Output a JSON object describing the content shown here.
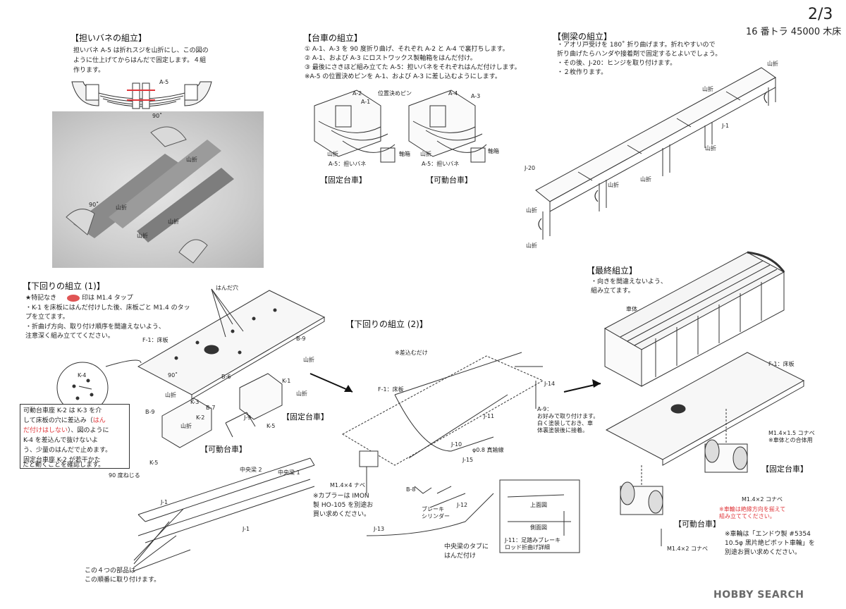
{
  "page": {
    "number": "2/3",
    "model": "16 番トラ 45000 木床"
  },
  "spring": {
    "title": "【担いバネの組立】",
    "lines": [
      "担いバネ A-5 は折れスジを山折にし、この図の",
      "ように仕上げてからはんだで固定します。４組",
      "作ります。"
    ],
    "part": "A-5",
    "photo_labels": [
      "90˚",
      "山折",
      "90˚",
      "山折",
      "山折",
      "山折"
    ]
  },
  "bogie": {
    "title": "【台車の組立】",
    "lines": [
      "① A-1、A-3 を 90 度折り曲げ、それぞれ A-2 と A-4 で裏打ちします。",
      "② A-1、および A-3 にロストワックス製軸箱をはんだ付け。",
      "③ 最後にさきほど組み立てた A-5：担いバネをそれぞれはんだ付けします。",
      "※A-5 の位置決めピンを A-1、および A-3 に差し込むようにします。"
    ],
    "fixed": {
      "caption": "【固定台車】",
      "labels": [
        "A-2",
        "A-1",
        "位置決めピン",
        "山折",
        "A-5：担いバネ",
        "軸箱"
      ]
    },
    "movable": {
      "caption": "【可動台車】",
      "labels": [
        "A-4",
        "A-3",
        "山折",
        "A-5：担いバネ",
        "軸箱"
      ]
    }
  },
  "side": {
    "title": "【側梁の組立】",
    "lines": [
      "・アオリ戸受けを 180˚ 折り曲げます。折れやすいので",
      "折り曲げたらハンダや接着剤で固定するとよいでしょう。",
      "・その後、J-20：ヒンジを取り付けます。",
      "・２枚作ります。"
    ],
    "labels": [
      "山折",
      "山折",
      "J-1",
      "山折",
      "山折",
      "山折",
      "J-20",
      "山折",
      "山折"
    ]
  },
  "under1": {
    "title": "【下回りの組立 (1)】",
    "lines": [
      "・K-1 を床板にはんだ付けした後、床板ごと M1.4 のタッ",
      "プを立てます。",
      "・折曲げ方向、取り付け順序を間違えないよう、",
      "注意深く組み立ててください。"
    ],
    "star_pre": "★特記なき",
    "star_post": "印は M1.4 タップ",
    "labels": [
      "はんだ穴",
      "B-9",
      "F-1：床板",
      "山折",
      "B-6",
      "K-1",
      "山折",
      "90˚",
      "山折",
      "K-3",
      "B-7",
      "B-9",
      "K-2",
      "J-9",
      "K-5",
      "山折",
      "K-4",
      "K-5",
      "90 度ねじる",
      "中央梁 2",
      "中央梁 1",
      "J-1",
      "J-1"
    ],
    "fixed_caption": "【固定台車】",
    "movable_caption": "【可動台車】",
    "box": {
      "l1": "可動台車座 K-2 は K-3 を介",
      "l2": "して床板の穴に差込み（",
      "l2_red": "はん",
      "l3_red": "だ付けはしない",
      "l3": "）、図のように",
      "l4": "K-4 を差込んで抜けないよ",
      "l5": "う、少量のはんだで止めます。",
      "l6": "固定台車座 K-2 が若干かた",
      "l7": "たと動くことを確認します。"
    },
    "bottom_note": [
      "この４つの部品は",
      "この順番に取り付けます。"
    ]
  },
  "under2": {
    "title": "【下回りの組立 (2)】",
    "labels": [
      "※差込むだけ",
      "F-1：床板",
      "J-14",
      "J-11",
      "J-10",
      "φ0.8 真鍮線",
      "J-15",
      "B-8",
      "J-12",
      "J-13",
      "M1.4×4 ナベ"
    ],
    "a9": [
      "A-9：",
      "お好みで取り付けます。",
      "白く塗装しておき、車",
      "体裏塗装後に接着。"
    ],
    "coupler": [
      "※カプラーは IMON",
      "製 HO-105 を別途お",
      "買い求めください。"
    ],
    "brake": [
      "ブレーキ",
      "シリンダー"
    ],
    "center_tab": [
      "中央梁のタブに",
      "はんだ付け"
    ],
    "inset": {
      "top": "上面図",
      "side": "側面図",
      "cap1": "J-11：足踏みブレーキ",
      "cap2": "ロッド折曲げ詳細"
    }
  },
  "final": {
    "title": "【最終組立】",
    "lines": [
      "・向きを間違えないよう、",
      "組み立てます。"
    ],
    "body": "車体",
    "floor": "F-1：床板",
    "screw1": "M1.4×1.5 コナベ",
    "screw1_note": "※車体との合体用",
    "fixed_caption": "【固定台車】",
    "screw2": "M1.4×2 コナベ",
    "red_note": [
      "※車輪は絶縁方向を揃えて",
      "組み立ててください。"
    ],
    "movable_caption": "【可動台車】",
    "screw3": "M1.4×2 コナベ",
    "wheel_note": [
      "※車輪は「エンドウ製 #5354",
      "10.5φ 黒片絶ピボット車輪」を",
      "別途お買い求めください。"
    ]
  },
  "watermark": "HOBBY SEARCH"
}
